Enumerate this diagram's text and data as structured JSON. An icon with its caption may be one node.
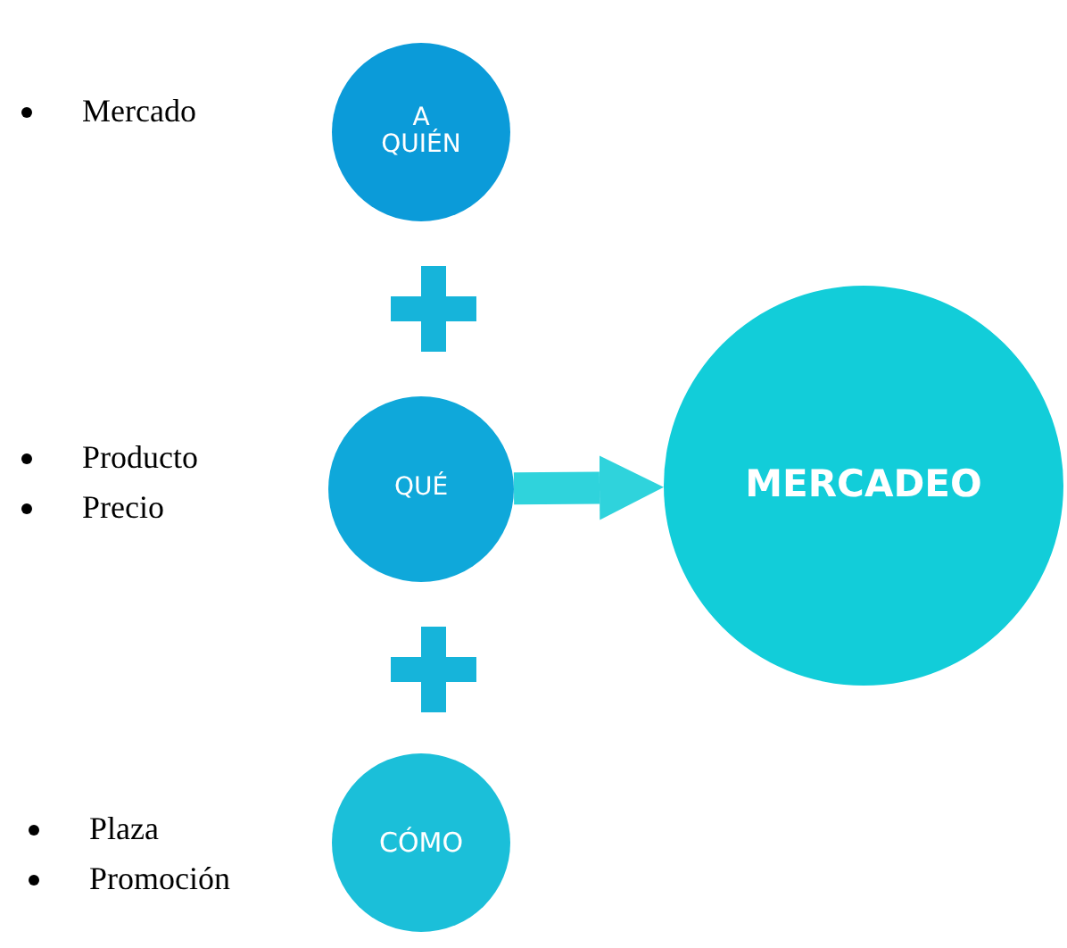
{
  "diagram": {
    "nodes": [
      {
        "text": [
          "A QUIÉN"
        ]
      },
      {
        "text": [
          "QUÉ"
        ]
      },
      {
        "text": [
          "CÓMO"
        ]
      },
      {
        "text": [
          "MERCADEO"
        ]
      }
    ],
    "edges": [
      {
        "from": 1,
        "to": 3,
        "arrow": "to"
      }
    ],
    "labels": [
      "Mercado",
      "Producto",
      "Precio",
      "Plaza",
      "Promoción"
    ]
  }
}
